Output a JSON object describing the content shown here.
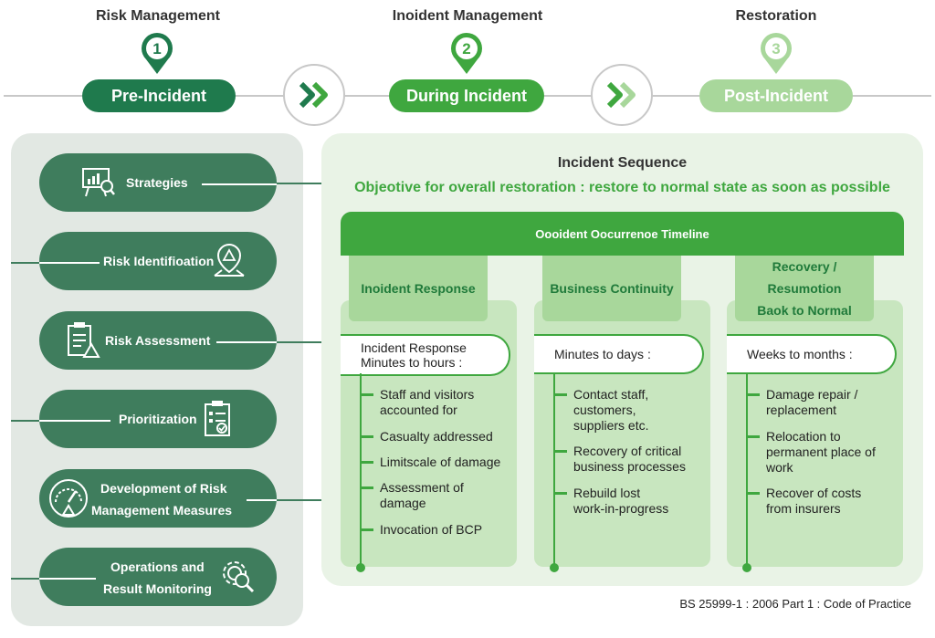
{
  "phases": [
    {
      "title": "Risk Management",
      "number": "1",
      "label": "Pre-Incident",
      "color": "#1f7a4d"
    },
    {
      "title": "Inoident Management",
      "number": "2",
      "label": "During Incident",
      "color": "#3fa73f"
    },
    {
      "title": "Restoration",
      "number": "3",
      "label": "Post-Incident",
      "color": "#a8d79b"
    }
  ],
  "left_items": [
    {
      "label": "Strategies",
      "icon": "chart-presentation-icon"
    },
    {
      "label": "Risk Identifioation",
      "icon": "warning-location-icon"
    },
    {
      "label": "Risk Assessment",
      "icon": "clipboard-warning-icon"
    },
    {
      "label": "Prioritization",
      "icon": "checklist-icon"
    },
    {
      "label_lines": [
        "Development of Risk",
        "Management Measures"
      ],
      "icon": "gauge-warning-icon"
    },
    {
      "label_lines": [
        "Operations and",
        "Result Monitoring"
      ],
      "icon": "gear-search-icon"
    }
  ],
  "sequence": {
    "title": "Incident Sequence",
    "objective": "Objeotive for overall restoration : restore to normal state as soon as possible",
    "timeline_label": "Oooident Oocurrenoe Timeline"
  },
  "columns": [
    {
      "head": [
        "Inoident Response"
      ],
      "time": [
        "Incident Response",
        "Minutes to hours :"
      ],
      "items": [
        [
          "Staff and visitors",
          "accounted for"
        ],
        [
          "Casualty addressed"
        ],
        [
          "Limitscale of damage"
        ],
        [
          "Assessment of",
          "damage"
        ],
        [
          "Invocation of BCP"
        ]
      ]
    },
    {
      "head": [
        "Business Continuity"
      ],
      "time": [
        "Minutes to days :"
      ],
      "items": [
        [
          "Contact staff,",
          "customers,",
          "suppliers etc."
        ],
        [
          "Recovery of critical",
          "business processes"
        ],
        [
          "Rebuild lost",
          "work-in-progress"
        ]
      ]
    },
    {
      "head": [
        "Recovery / Resumotion",
        "Baok to Normal"
      ],
      "time": [
        "Weeks to months :"
      ],
      "items": [
        [
          "Damage repair /",
          "replacement"
        ],
        [
          "Relocation to",
          "permanent place of",
          "work"
        ],
        [
          "Recover of costs",
          "from insurers"
        ]
      ]
    }
  ],
  "footer": "BS 25999-1 : 2006 Part 1 : Code of Practice",
  "colors": {
    "dark_green": "#1f7a4d",
    "green": "#3fa73f",
    "light_green": "#a8d79b",
    "pill_green": "#3f7d5d"
  }
}
